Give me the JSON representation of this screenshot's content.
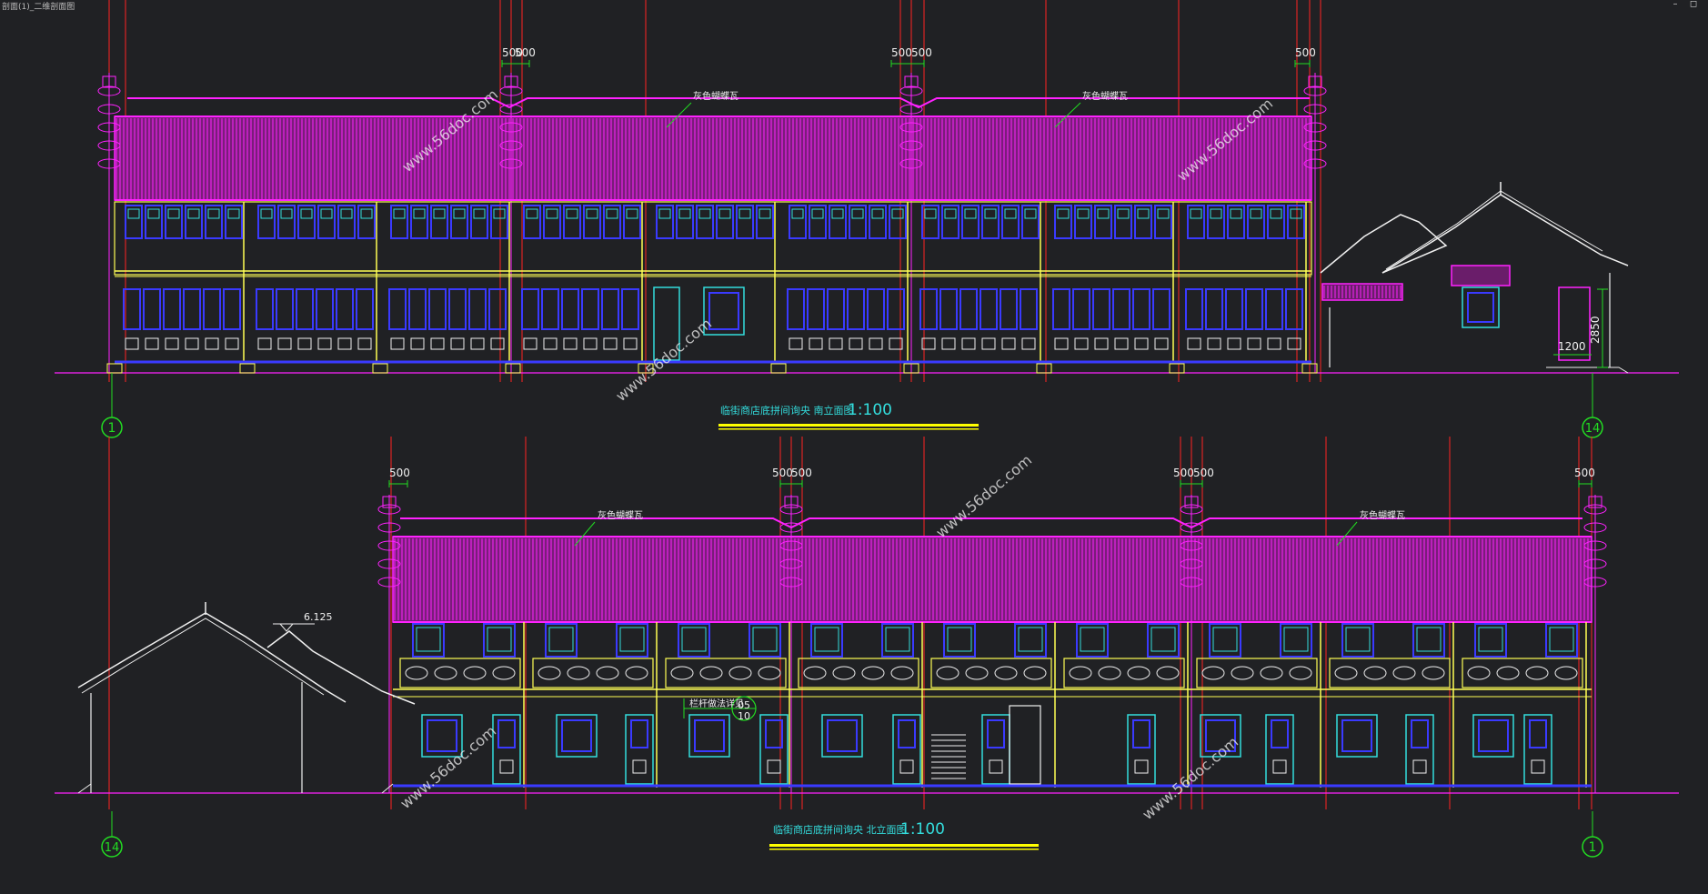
{
  "window": {
    "title": "剖面(1)_二维剖面图",
    "minimize_icon": "minimize-icon",
    "restore_icon": "restore-icon"
  },
  "colors": {
    "background": "#202124",
    "axis": "#ff2222",
    "roof": "#ff22ff",
    "wall": "#ffff55",
    "window": "#3a3aff",
    "cyan": "#33dddd",
    "green": "#22dd22",
    "white": "#f0f0f0",
    "underline": "#ffff00"
  },
  "south_elevation": {
    "dims": [
      "500",
      "500",
      "500",
      "500",
      "500"
    ],
    "roof_notes": [
      "灰色蝴蝶瓦",
      "灰色蝴蝶瓦"
    ],
    "dim_2850": "2850",
    "dim_1200": "1200",
    "axis_left": "1",
    "axis_right": "14",
    "caption": "临街商店底拼间询央  南立面图",
    "scale": "1:100"
  },
  "north_elevation": {
    "dims": [
      "500",
      "500",
      "500",
      "500",
      "500",
      "500"
    ],
    "roof_notes": [
      "灰色蝴蝶瓦",
      "灰色蝴蝶瓦"
    ],
    "level": "6.125",
    "detail_note": "栏杆做法详见",
    "detail_ref_top": "05",
    "detail_ref_bottom": "10",
    "axis_left": "14",
    "axis_right": "1",
    "caption": "临街商店底拼间询央  北立面图",
    "scale": "1:100"
  },
  "watermark": "www.56doc.com"
}
